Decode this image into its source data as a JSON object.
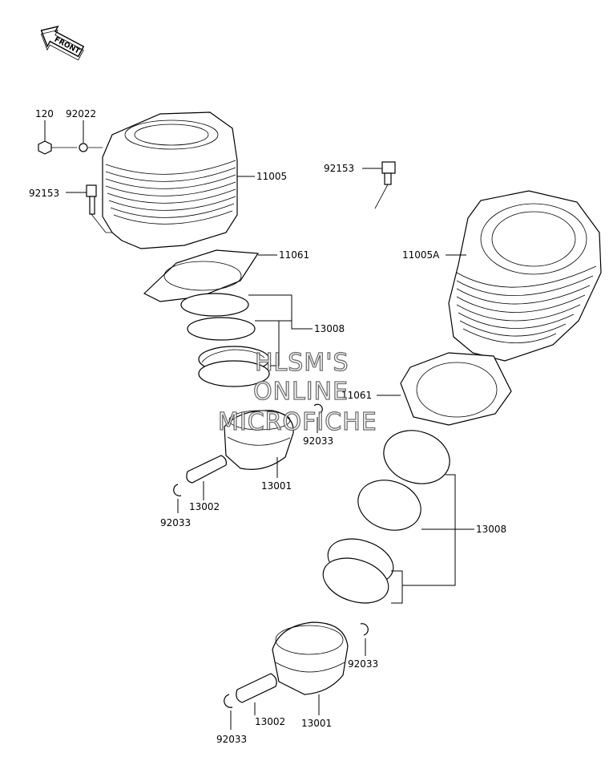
{
  "direction_arrow": {
    "label": "FRONT"
  },
  "labels": {
    "upper_bolt": "120",
    "upper_washer": "92022",
    "upper_cylinder": "11005",
    "upper_stud": "92153",
    "upper_gasket": "11061",
    "upper_rings": "13008",
    "upper_clip_right": "92033",
    "upper_piston": "13001",
    "upper_pin": "13002",
    "upper_clip_left": "92033",
    "lower_stud": "92153",
    "lower_cylinder": "11005A",
    "lower_gasket": "11061",
    "lower_rings": "13008",
    "lower_clip_right": "92033",
    "lower_pin": "13002",
    "lower_piston": "13001",
    "lower_clip_left": "92033"
  },
  "watermark": {
    "line1": "HLSM'S",
    "line2": "ONLINE",
    "line3": "MICROFICHE"
  }
}
